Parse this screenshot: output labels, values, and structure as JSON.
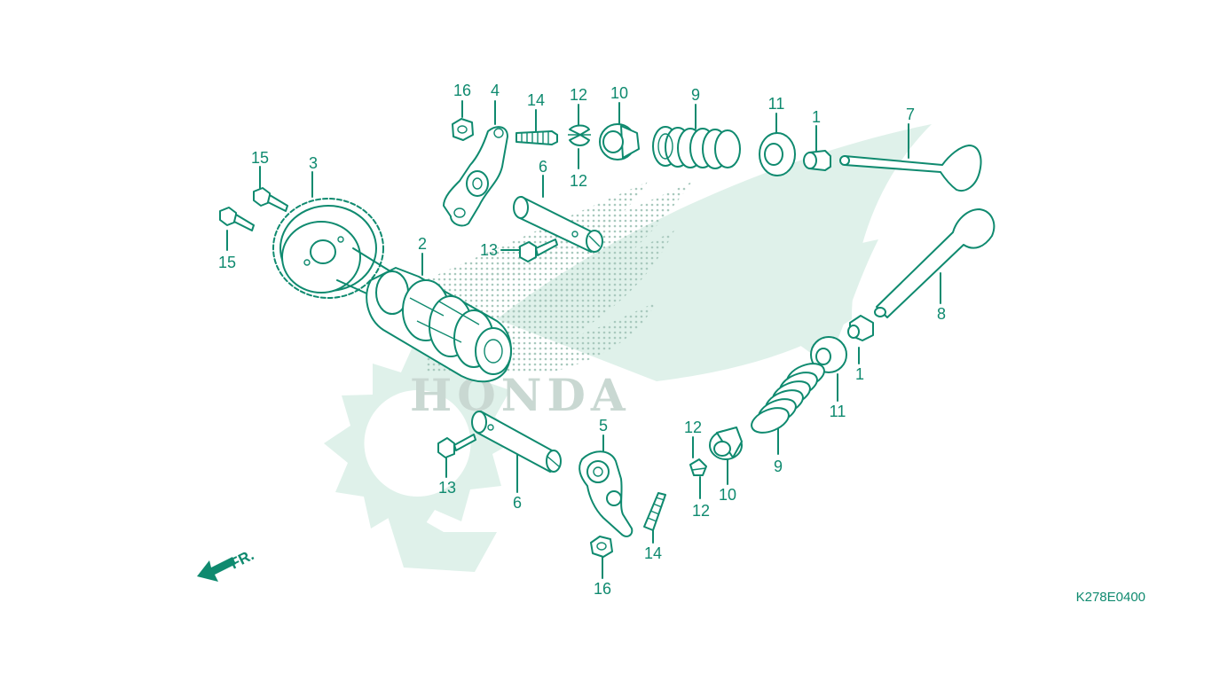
{
  "diagram": {
    "code": "K278E0400",
    "watermark_text": "HONDA",
    "front_label": "FR.",
    "accent_color": "#0f8a6f",
    "labels": {
      "p16a": "16",
      "p4": "4",
      "p14a": "14",
      "p12a": "12",
      "p10a": "10",
      "p9a": "9",
      "p11a": "11",
      "p1a": "1",
      "p7": "7",
      "p12b": "12",
      "p6a": "6",
      "p15a": "15",
      "p3": "3",
      "p2": "2",
      "p13a": "13",
      "p15b": "15",
      "p8": "8",
      "p1b": "1",
      "p11b": "11",
      "p9b": "9",
      "p5": "5",
      "p12c": "12",
      "p12d": "12",
      "p10b": "10",
      "p13b": "13",
      "p6b": "6",
      "p14b": "14",
      "p16b": "16"
    }
  }
}
